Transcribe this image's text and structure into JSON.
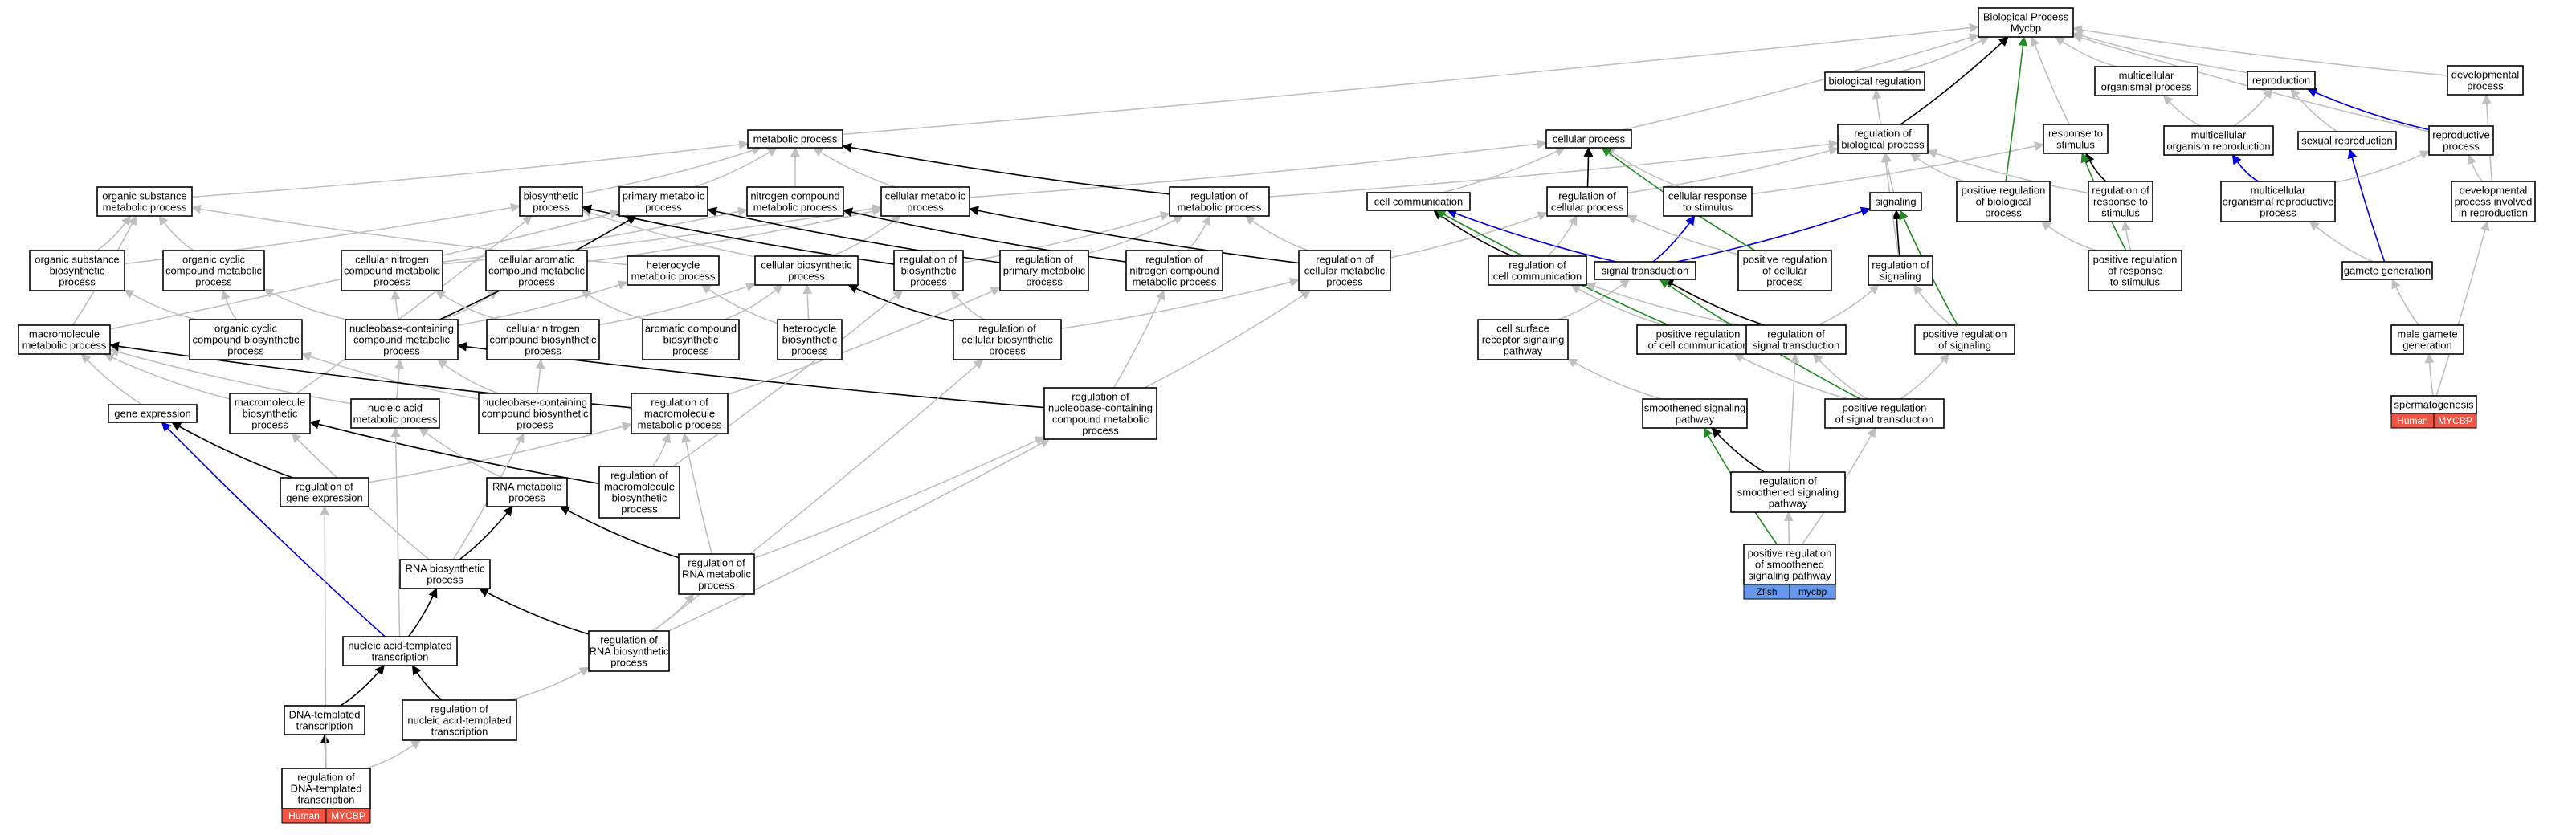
{
  "colors": {
    "is_a": "#c0c0c0",
    "part_of": "#000000",
    "regulates": "#0000dd",
    "positively_regulates": "#228b22",
    "badge_human": "#ee5544",
    "badge_zfish": "#6699ee"
  },
  "nodes": [
    {
      "id": "root",
      "label": "Biological Process\nMycbp"
    },
    {
      "id": "bioreg",
      "label": "biological regulation"
    },
    {
      "id": "multicell",
      "label": "multicellular\norganismal process"
    },
    {
      "id": "reproduction",
      "label": "reproduction"
    },
    {
      "id": "developmental",
      "label": "developmental\nprocess"
    },
    {
      "id": "metabolic",
      "label": "metabolic process"
    },
    {
      "id": "cellular",
      "label": "cellular process"
    },
    {
      "id": "regbio",
      "label": "regulation of\nbiological process"
    },
    {
      "id": "response",
      "label": "response to\nstimulus"
    },
    {
      "id": "multirepro",
      "label": "multicellular\norganism reproduction"
    },
    {
      "id": "sexrepro",
      "label": "sexual reproduction"
    },
    {
      "id": "reproproc",
      "label": "reproductive\nprocess"
    },
    {
      "id": "orgsub",
      "label": "organic substance\nmetabolic process"
    },
    {
      "id": "biosyn",
      "label": "biosynthetic\nprocess"
    },
    {
      "id": "primary",
      "label": "primary metabolic\nprocess"
    },
    {
      "id": "nitrogen",
      "label": "nitrogen compound\nmetabolic process"
    },
    {
      "id": "cellmet",
      "label": "cellular metabolic\nprocess"
    },
    {
      "id": "regmet",
      "label": "regulation of\nmetabolic process"
    },
    {
      "id": "cellcomm",
      "label": "cell communication"
    },
    {
      "id": "regcell",
      "label": "regulation of\ncellular process"
    },
    {
      "id": "cellresp",
      "label": "cellular response\nto stimulus"
    },
    {
      "id": "signaling",
      "label": "signaling"
    },
    {
      "id": "posregbio",
      "label": "positive regulation\nof biological\nprocess"
    },
    {
      "id": "regresp",
      "label": "regulation of\nresponse to\nstimulus"
    },
    {
      "id": "multireprop",
      "label": "multicellular\norganismal reproductive\nprocess"
    },
    {
      "id": "devrepro",
      "label": "developmental\nprocess involved\nin reproduction"
    },
    {
      "id": "orgsubbio",
      "label": "organic substance\nbiosynthetic\nprocess"
    },
    {
      "id": "orgcyc",
      "label": "organic cyclic\ncompound metabolic\nprocess"
    },
    {
      "id": "cellnitro",
      "label": "cellular nitrogen\ncompound metabolic\nprocess"
    },
    {
      "id": "cellarom",
      "label": "cellular aromatic\ncompound metabolic\nprocess"
    },
    {
      "id": "hetmet",
      "label": "heterocycle\nmetabolic process"
    },
    {
      "id": "cellbio",
      "label": "cellular biosynthetic\nprocess"
    },
    {
      "id": "regbiosyn",
      "label": "regulation of\nbiosynthetic\nprocess"
    },
    {
      "id": "regprim",
      "label": "regulation of\nprimary metabolic\nprocess"
    },
    {
      "id": "regnitro",
      "label": "regulation of\nnitrogen compound\nmetabolic process"
    },
    {
      "id": "regcellmet",
      "label": "regulation of\ncellular metabolic\nprocess"
    },
    {
      "id": "regcomm",
      "label": "regulation of\ncell communication"
    },
    {
      "id": "sigtrans",
      "label": "signal transduction"
    },
    {
      "id": "posregcell",
      "label": "positive regulation\nof cellular\nprocess"
    },
    {
      "id": "regsig",
      "label": "regulation of\nsignaling"
    },
    {
      "id": "posregresp",
      "label": "positive regulation\nof response\nto stimulus"
    },
    {
      "id": "gamete",
      "label": "gamete generation"
    },
    {
      "id": "macromet",
      "label": "macromolecule\nmetabolic process"
    },
    {
      "id": "orgcycbio",
      "label": "organic cyclic\ncompound biosynthetic\nprocess"
    },
    {
      "id": "nucleobase",
      "label": "nucleobase-containing\ncompound metabolic\nprocess"
    },
    {
      "id": "cellnitrobio",
      "label": "cellular nitrogen\ncompound biosynthetic\nprocess"
    },
    {
      "id": "arombio",
      "label": "aromatic compound\nbiosynthetic\nprocess"
    },
    {
      "id": "hetbio",
      "label": "heterocycle\nbiosynthetic\nprocess"
    },
    {
      "id": "regcellbio",
      "label": "regulation of\ncellular biosynthetic\nprocess"
    },
    {
      "id": "cellsurf",
      "label": "cell surface\nreceptor signaling\npathway"
    },
    {
      "id": "posregcomm",
      "label": "positive regulation\nof cell communication"
    },
    {
      "id": "regsigtrans",
      "label": "regulation of\nsignal transduction"
    },
    {
      "id": "posregsig",
      "label": "positive regulation\nof signaling"
    },
    {
      "id": "malegam",
      "label": "male gamete\ngeneration"
    },
    {
      "id": "geneexp",
      "label": "gene expression"
    },
    {
      "id": "macrobio",
      "label": "macromolecule\nbiosynthetic\nprocess"
    },
    {
      "id": "nucacid",
      "label": "nucleic acid\nmetabolic process"
    },
    {
      "id": "nucbio",
      "label": "nucleobase-containing\ncompound biosynthetic\nprocess"
    },
    {
      "id": "regmacromet",
      "label": "regulation of\nmacromolecule\nmetabolic process"
    },
    {
      "id": "regnucmet",
      "label": "regulation of\nnucleobase-containing\ncompound metabolic\nprocess"
    },
    {
      "id": "smooth",
      "label": "smoothened signaling\npathway"
    },
    {
      "id": "posregsigtrans",
      "label": "positive regulation\nof signal transduction"
    },
    {
      "id": "spermato",
      "label": "spermatogenesis"
    },
    {
      "id": "reggeneexp",
      "label": "regulation of\ngene expression"
    },
    {
      "id": "rnamet",
      "label": "RNA metabolic\nprocess"
    },
    {
      "id": "regmacrobio",
      "label": "regulation of\nmacromolecule\nbiosynthetic\nprocess"
    },
    {
      "id": "regsmooth",
      "label": "regulation of\nsmoothened signaling\npathway"
    },
    {
      "id": "rnabio",
      "label": "RNA biosynthetic\nprocess"
    },
    {
      "id": "regrnamet",
      "label": "regulation of\nRNA metabolic\nprocess"
    },
    {
      "id": "posregsmooth",
      "label": "positive regulation\nof smoothened\nsignaling pathway"
    },
    {
      "id": "nuctrans",
      "label": "nucleic acid-templated\ntranscription"
    },
    {
      "id": "regrnabio",
      "label": "regulation of\nRNA biosynthetic\nprocess"
    },
    {
      "id": "dnatrans",
      "label": "DNA-templated\ntranscription"
    },
    {
      "id": "regnuctrans",
      "label": "regulation of\nnucleic acid-templated\ntranscription"
    },
    {
      "id": "regdnatrans",
      "label": "regulation of\nDNA-templated\ntranscription"
    }
  ],
  "badges": [
    {
      "node": "regdnatrans",
      "items": [
        {
          "label": "Human",
          "kind": "human"
        },
        {
          "label": "MYCBP",
          "kind": "human"
        }
      ]
    },
    {
      "node": "spermato",
      "items": [
        {
          "label": "Human",
          "kind": "human"
        },
        {
          "label": "MYCBP",
          "kind": "human"
        }
      ]
    },
    {
      "node": "posregsmooth",
      "items": [
        {
          "label": "Zfish",
          "kind": "zfish"
        },
        {
          "label": "mycbp",
          "kind": "zfish"
        }
      ]
    }
  ],
  "edges": [
    [
      "bioreg",
      "root",
      "is_a"
    ],
    [
      "multicell",
      "root",
      "is_a"
    ],
    [
      "reproduction",
      "root",
      "is_a"
    ],
    [
      "developmental",
      "root",
      "is_a"
    ],
    [
      "metabolic",
      "root",
      "is_a"
    ],
    [
      "cellular",
      "root",
      "is_a"
    ],
    [
      "regbio",
      "root",
      "part_of"
    ],
    [
      "response",
      "root",
      "is_a"
    ],
    [
      "regbio",
      "bioreg",
      "is_a"
    ],
    [
      "multirepro",
      "multicell",
      "is_a"
    ],
    [
      "multirepro",
      "reproduction",
      "is_a"
    ],
    [
      "sexrepro",
      "reproduction",
      "is_a"
    ],
    [
      "reproproc",
      "reproduction",
      "regulates"
    ],
    [
      "reproproc",
      "root",
      "is_a"
    ],
    [
      "orgsub",
      "metabolic",
      "is_a"
    ],
    [
      "biosyn",
      "metabolic",
      "is_a"
    ],
    [
      "primary",
      "metabolic",
      "is_a"
    ],
    [
      "nitrogen",
      "metabolic",
      "is_a"
    ],
    [
      "cellmet",
      "metabolic",
      "is_a"
    ],
    [
      "cellmet",
      "cellular",
      "is_a"
    ],
    [
      "regmet",
      "metabolic",
      "part_of"
    ],
    [
      "regmet",
      "regbio",
      "is_a"
    ],
    [
      "cellcomm",
      "cellular",
      "is_a"
    ],
    [
      "regcell",
      "cellular",
      "part_of"
    ],
    [
      "regcell",
      "regbio",
      "is_a"
    ],
    [
      "cellresp",
      "cellular",
      "is_a"
    ],
    [
      "cellresp",
      "response",
      "is_a"
    ],
    [
      "signaling",
      "regbio",
      "is_a"
    ],
    [
      "posregbio",
      "regbio",
      "is_a"
    ],
    [
      "posregbio",
      "root",
      "positively_regulates"
    ],
    [
      "regresp",
      "response",
      "part_of"
    ],
    [
      "regresp",
      "regbio",
      "is_a"
    ],
    [
      "multireprop",
      "multirepro",
      "regulates"
    ],
    [
      "multireprop",
      "reproproc",
      "is_a"
    ],
    [
      "devrepro",
      "developmental",
      "is_a"
    ],
    [
      "devrepro",
      "reproproc",
      "is_a"
    ],
    [
      "orgsubbio",
      "orgsub",
      "is_a"
    ],
    [
      "orgsubbio",
      "biosyn",
      "is_a"
    ],
    [
      "orgcyc",
      "orgsub",
      "is_a"
    ],
    [
      "cellnitro",
      "nitrogen",
      "is_a"
    ],
    [
      "cellnitro",
      "cellmet",
      "is_a"
    ],
    [
      "cellarom",
      "cellmet",
      "is_a"
    ],
    [
      "hetmet",
      "orgsub",
      "is_a"
    ],
    [
      "cellbio",
      "biosyn",
      "is_a"
    ],
    [
      "cellbio",
      "cellmet",
      "is_a"
    ],
    [
      "regbiosyn",
      "biosyn",
      "part_of"
    ],
    [
      "regbiosyn",
      "regmet",
      "is_a"
    ],
    [
      "regprim",
      "primary",
      "part_of"
    ],
    [
      "regprim",
      "regmet",
      "is_a"
    ],
    [
      "regnitro",
      "nitrogen",
      "part_of"
    ],
    [
      "regnitro",
      "regmet",
      "is_a"
    ],
    [
      "regcellmet",
      "cellmet",
      "part_of"
    ],
    [
      "regcellmet",
      "regmet",
      "is_a"
    ],
    [
      "regcellmet",
      "regcell",
      "is_a"
    ],
    [
      "regcomm",
      "cellcomm",
      "part_of"
    ],
    [
      "regcomm",
      "regcell",
      "is_a"
    ],
    [
      "sigtrans",
      "cellcomm",
      "regulates"
    ],
    [
      "sigtrans",
      "cellresp",
      "regulates"
    ],
    [
      "sigtrans",
      "signaling",
      "regulates"
    ],
    [
      "posregcell",
      "regcell",
      "is_a"
    ],
    [
      "posregcell",
      "cellular",
      "positively_regulates"
    ],
    [
      "regsig",
      "signaling",
      "part_of"
    ],
    [
      "regsig",
      "regbio",
      "is_a"
    ],
    [
      "posregresp",
      "regresp",
      "is_a"
    ],
    [
      "posregresp",
      "response",
      "positively_regulates"
    ],
    [
      "posregresp",
      "posregbio",
      "is_a"
    ],
    [
      "gamete",
      "multireprop",
      "is_a"
    ],
    [
      "gamete",
      "sexrepro",
      "regulates"
    ],
    [
      "macromet",
      "orgsub",
      "is_a"
    ],
    [
      "macromet",
      "primary",
      "is_a"
    ],
    [
      "orgcycbio",
      "orgcyc",
      "is_a"
    ],
    [
      "orgcycbio",
      "orgsubbio",
      "is_a"
    ],
    [
      "nucleobase",
      "orgcyc",
      "is_a"
    ],
    [
      "nucleobase",
      "cellarom",
      "is_a"
    ],
    [
      "nucleobase",
      "hetmet",
      "is_a"
    ],
    [
      "nucleobase",
      "primary",
      "part_of"
    ],
    [
      "nucleobase",
      "cellnitro",
      "is_a"
    ],
    [
      "cellnitrobio",
      "cellnitro",
      "is_a"
    ],
    [
      "cellnitrobio",
      "cellbio",
      "is_a"
    ],
    [
      "arombio",
      "cellarom",
      "is_a"
    ],
    [
      "arombio",
      "cellbio",
      "is_a"
    ],
    [
      "hetbio",
      "hetmet",
      "is_a"
    ],
    [
      "hetbio",
      "cellbio",
      "is_a"
    ],
    [
      "regcellbio",
      "cellbio",
      "part_of"
    ],
    [
      "regcellbio",
      "regbiosyn",
      "is_a"
    ],
    [
      "regcellbio",
      "regcellmet",
      "is_a"
    ],
    [
      "cellsurf",
      "sigtrans",
      "is_a"
    ],
    [
      "posregcomm",
      "regcomm",
      "is_a"
    ],
    [
      "posregcomm",
      "cellcomm",
      "positively_regulates"
    ],
    [
      "regsigtrans",
      "sigtrans",
      "part_of"
    ],
    [
      "regsigtrans",
      "regsig",
      "is_a"
    ],
    [
      "regsigtrans",
      "regcomm",
      "is_a"
    ],
    [
      "posregsig",
      "regsig",
      "is_a"
    ],
    [
      "posregsig",
      "signaling",
      "positively_regulates"
    ],
    [
      "malegam",
      "gamete",
      "is_a"
    ],
    [
      "geneexp",
      "macromet",
      "is_a"
    ],
    [
      "macrobio",
      "macromet",
      "is_a"
    ],
    [
      "macrobio",
      "biosyn",
      "is_a"
    ],
    [
      "nucacid",
      "nucleobase",
      "is_a"
    ],
    [
      "nucacid",
      "macromet",
      "is_a"
    ],
    [
      "nucbio",
      "nucleobase",
      "is_a"
    ],
    [
      "nucbio",
      "orgcycbio",
      "is_a"
    ],
    [
      "nucbio",
      "cellnitrobio",
      "is_a"
    ],
    [
      "regmacromet",
      "macromet",
      "part_of"
    ],
    [
      "regmacromet",
      "regprim",
      "is_a"
    ],
    [
      "regnucmet",
      "nucleobase",
      "part_of"
    ],
    [
      "regnucmet",
      "regcellmet",
      "is_a"
    ],
    [
      "regnucmet",
      "regnitro",
      "is_a"
    ],
    [
      "smooth",
      "cellsurf",
      "is_a"
    ],
    [
      "posregsigtrans",
      "regsigtrans",
      "is_a"
    ],
    [
      "posregsigtrans",
      "sigtrans",
      "positively_regulates"
    ],
    [
      "posregsigtrans",
      "posregsig",
      "is_a"
    ],
    [
      "posregsigtrans",
      "posregcomm",
      "is_a"
    ],
    [
      "spermato",
      "malegam",
      "is_a"
    ],
    [
      "spermato",
      "devrepro",
      "is_a"
    ],
    [
      "reggeneexp",
      "geneexp",
      "part_of"
    ],
    [
      "reggeneexp",
      "regmacromet",
      "is_a"
    ],
    [
      "rnamet",
      "nucacid",
      "is_a"
    ],
    [
      "regmacrobio",
      "macrobio",
      "part_of"
    ],
    [
      "regmacrobio",
      "regmacromet",
      "is_a"
    ],
    [
      "regmacrobio",
      "regbiosyn",
      "is_a"
    ],
    [
      "regsmooth",
      "smooth",
      "part_of"
    ],
    [
      "regsmooth",
      "regsigtrans",
      "is_a"
    ],
    [
      "rnabio",
      "rnamet",
      "part_of"
    ],
    [
      "rnabio",
      "macrobio",
      "is_a"
    ],
    [
      "rnabio",
      "nucbio",
      "is_a"
    ],
    [
      "regrnamet",
      "rnamet",
      "part_of"
    ],
    [
      "regrnamet",
      "regmacromet",
      "is_a"
    ],
    [
      "regrnamet",
      "regnucmet",
      "is_a"
    ],
    [
      "posregsmooth",
      "regsmooth",
      "is_a"
    ],
    [
      "posregsmooth",
      "smooth",
      "positively_regulates"
    ],
    [
      "posregsmooth",
      "posregsigtrans",
      "is_a"
    ],
    [
      "nuctrans",
      "rnabio",
      "part_of"
    ],
    [
      "nuctrans",
      "geneexp",
      "regulates"
    ],
    [
      "nuctrans",
      "nucacid",
      "is_a"
    ],
    [
      "regrnabio",
      "rnabio",
      "part_of"
    ],
    [
      "regrnabio",
      "regrnamet",
      "is_a"
    ],
    [
      "regrnabio",
      "regcellbio",
      "is_a"
    ],
    [
      "regrnabio",
      "regnucmet",
      "is_a"
    ],
    [
      "dnatrans",
      "nuctrans",
      "part_of"
    ],
    [
      "regnuctrans",
      "nuctrans",
      "part_of"
    ],
    [
      "regnuctrans",
      "regrnabio",
      "is_a"
    ],
    [
      "regdnatrans",
      "dnatrans",
      "part_of"
    ],
    [
      "regdnatrans",
      "regnuctrans",
      "is_a"
    ],
    [
      "regdnatrans",
      "reggeneexp",
      "is_a"
    ]
  ]
}
